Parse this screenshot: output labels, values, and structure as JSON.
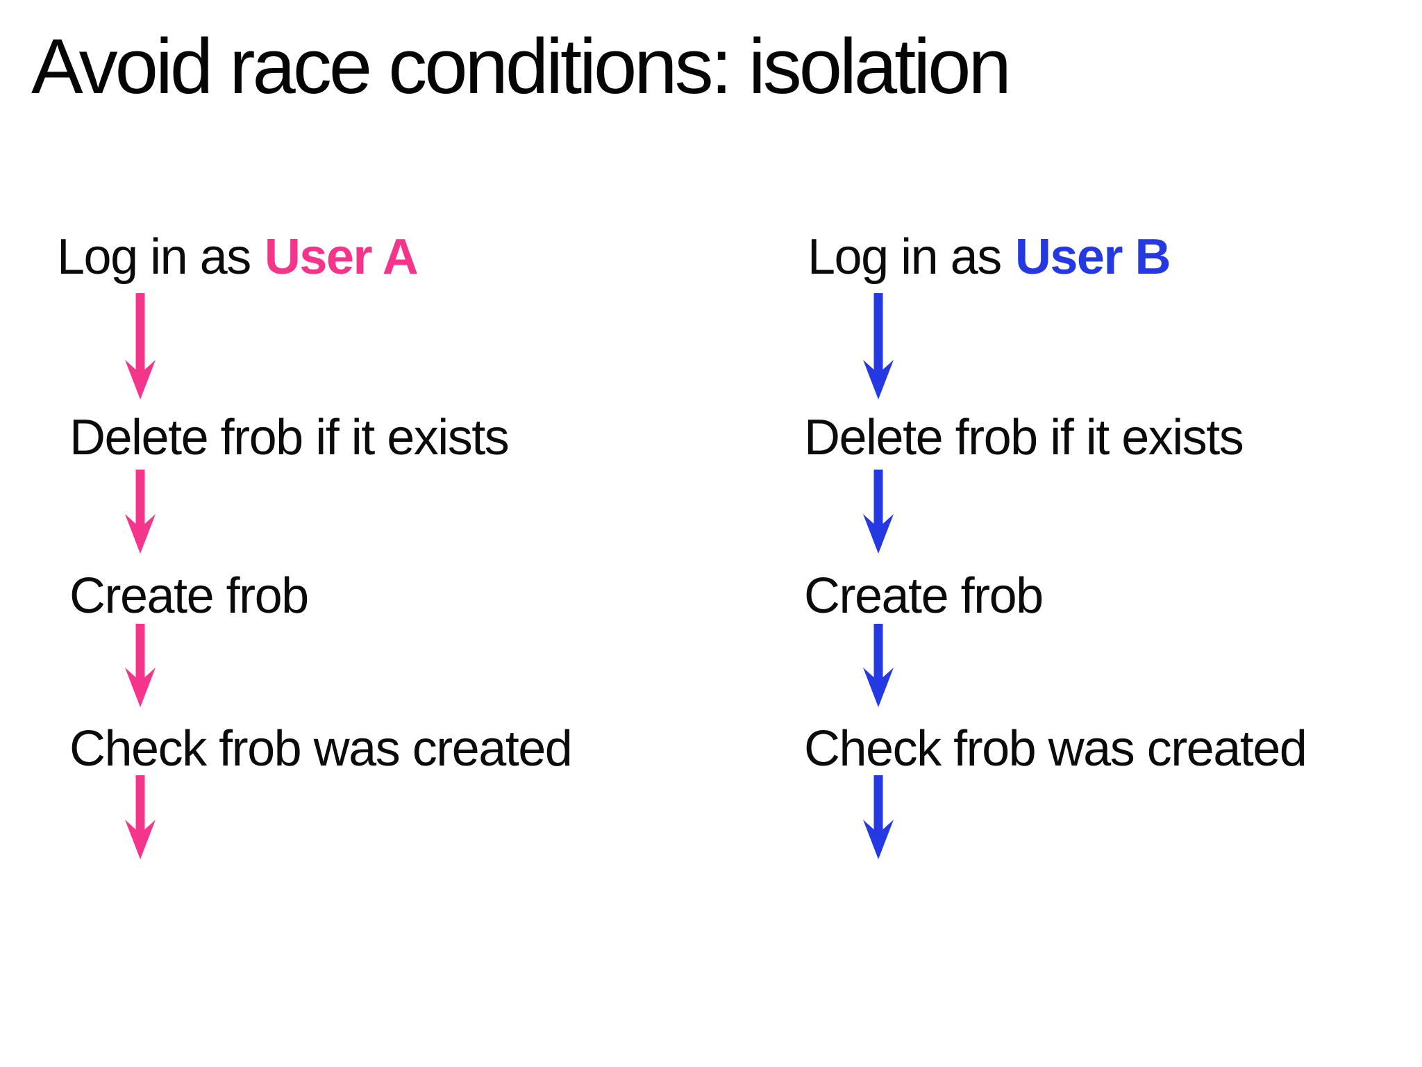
{
  "title": "Avoid race conditions: isolation",
  "background": "#FFFFFF",
  "text_color": "#0B0B0B",
  "columns": [
    {
      "login_prefix": "Log in as",
      "user": "User A",
      "accent": "#F5348C",
      "steps": [
        "Delete frob if it exists",
        "Create frob",
        "Check frob was created"
      ]
    },
    {
      "login_prefix": "Log in as",
      "user": "User B",
      "accent": "#2439E2",
      "steps": [
        "Delete frob if it exists",
        "Create frob",
        "Check frob was created"
      ]
    }
  ]
}
